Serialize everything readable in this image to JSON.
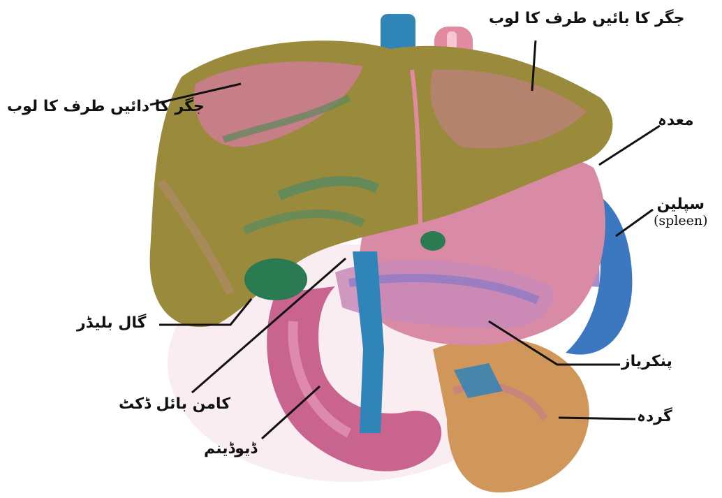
{
  "labels": {
    "left_lobe": "جگر کا بائیں طرف کا لوب",
    "right_lobe": "جگر کا دائیں طرف کا لوب",
    "stomach": "معدہ",
    "spleen": "سپلین",
    "spleen_en": "(spleen)",
    "gall_bladder": "گال بلیڈر",
    "pancreas": "پنکریاز",
    "kidney": "گردہ",
    "common_bile_duct": "کامن بائل ڈکٹ",
    "duodenum": "ڈیوڈینم"
  },
  "colors": {
    "liver": "#9a8a3c",
    "liver_pink": "#d47aa0",
    "vessel_blue": "#2f84b8",
    "spleen": "#3c78c0",
    "stomach": "#d98aa4",
    "kidney": "#d0965a",
    "duodenum": "#c9648e",
    "gall_bladder": "#2a7a52"
  }
}
